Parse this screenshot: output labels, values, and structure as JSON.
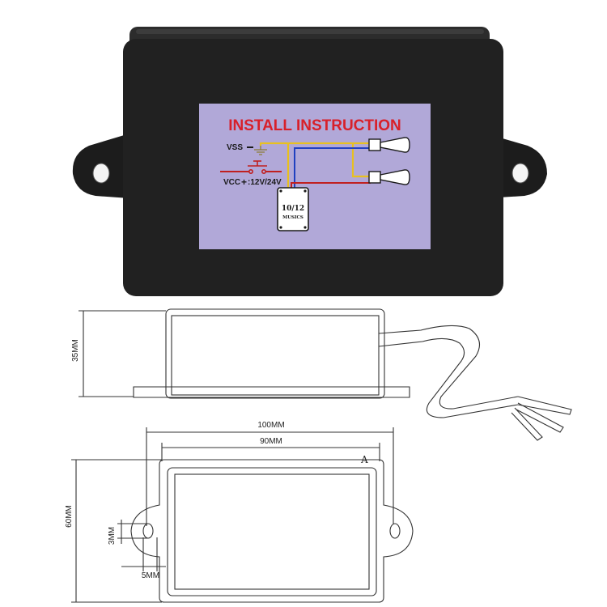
{
  "label": {
    "title": "INSTALL INSTRUCTION",
    "vss": "VSS",
    "vcc": "VCC",
    "voltage": ":12V/24V",
    "module_line1": "10/12",
    "module_line2": "MUSICS"
  },
  "dimensions": {
    "height": "35MM",
    "overall_width": "100MM",
    "body_width": "90MM",
    "depth": "60MM",
    "hole_diameter": "3MM",
    "hole_offset": "5MM",
    "marker": "A"
  },
  "colors": {
    "housing": "#202020",
    "label_bg": "#b1a8d8",
    "title": "#d8202a",
    "wire_yellow": "#e8c020",
    "wire_blue": "#2040c0",
    "wire_red": "#c02020"
  }
}
